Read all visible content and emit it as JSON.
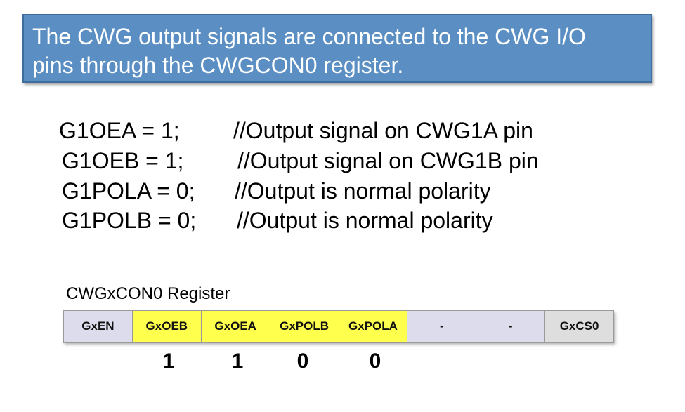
{
  "banner": {
    "line1": "The CWG output signals are connected to the CWG I/O",
    "line2": "pins through the CWGCON0 register."
  },
  "code": [
    {
      "stmt": "G1OEA = 1;",
      "comment": "//Output signal on CWG1A pin"
    },
    {
      "stmt": "G1OEB = 1;",
      "comment": "//Output signal on CWG1B pin"
    },
    {
      "stmt": "G1POLA = 0;",
      "comment": "//Output is normal polarity"
    },
    {
      "stmt": "G1POLB = 0;",
      "comment": "//Output is normal polarity"
    }
  ],
  "register": {
    "title": "CWGxCON0 Register",
    "bits": [
      {
        "label": "GxEN",
        "color": "#dcdcec"
      },
      {
        "label": "GxOEB",
        "color": "#ffff4d"
      },
      {
        "label": "GxOEA",
        "color": "#ffff4d"
      },
      {
        "label": "GxPOLB",
        "color": "#ffff4d"
      },
      {
        "label": "GxPOLA",
        "color": "#ffff4d"
      },
      {
        "label": "-",
        "color": "#dcdcec"
      },
      {
        "label": "-",
        "color": "#dcdcec"
      },
      {
        "label": "GxCS0",
        "color": "#dedede"
      }
    ],
    "values": [
      "1",
      "1",
      "0",
      "0"
    ]
  }
}
